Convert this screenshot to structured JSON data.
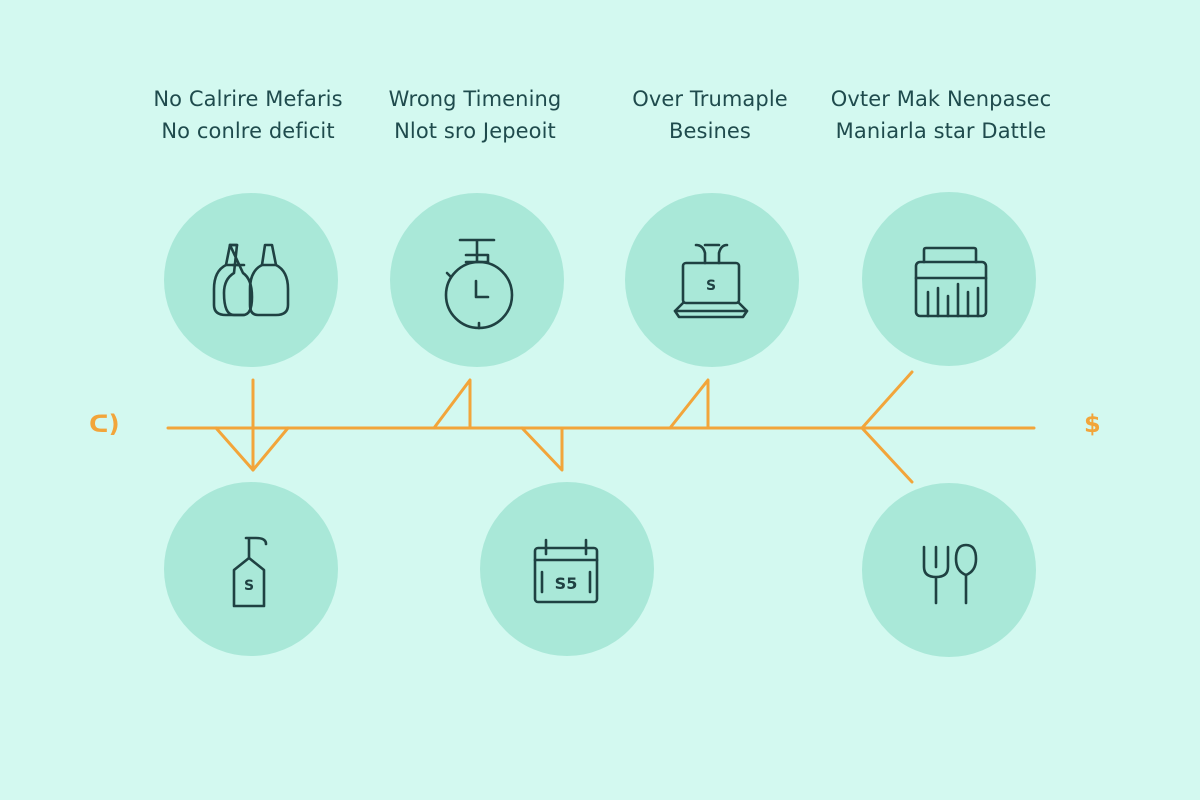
{
  "labels": [
    {
      "line1": "No Calrire Mefaris",
      "line2": "No conlre deficit"
    },
    {
      "line1": "Wrong Timening",
      "line2": "Nlot sro Jepeoit"
    },
    {
      "line1": "Over Trumaple",
      "line2": "Besines"
    },
    {
      "line1": "Ovter Mak Nenpasec",
      "line2": "Maniarla star Dattle"
    }
  ],
  "timeline": {
    "left_symbol": "ᑕ)",
    "right_symbol": "$",
    "color": "#f2a53a"
  },
  "icons": {
    "top": [
      "bottles-icon",
      "stopwatch-icon",
      "cash-register-icon",
      "bar-chart-panel-icon"
    ],
    "bottom": [
      "price-tag-icon",
      "calendar-icon",
      "utensils-icon"
    ]
  },
  "icon_text": {
    "register": "S",
    "price_tag": "S",
    "calendar": "S5"
  },
  "colors": {
    "background": "#d3f9f0",
    "circle": "#a9e8d8",
    "text": "#1f4b4d",
    "icon": "#1f4142"
  }
}
